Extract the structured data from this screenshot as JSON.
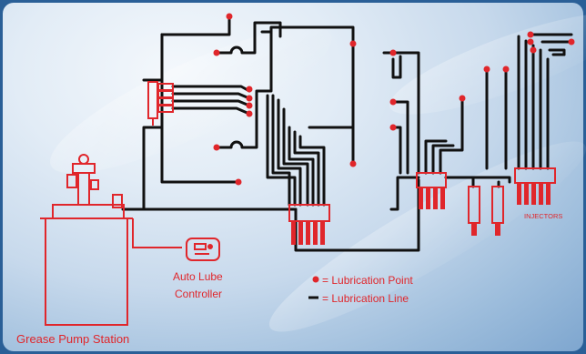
{
  "labels": {
    "grease_pump_station": "Grease Pump Station",
    "auto_lube_line1": "Auto Lube",
    "auto_lube_line2": "Controller",
    "injectors": "INJECTORS"
  },
  "legend": {
    "point_text": "= Lubrication Point",
    "line_text": "= Lubrication Line"
  },
  "colors": {
    "accent": "#e0262b",
    "line": "#111111",
    "frame": "#2a5f97"
  }
}
